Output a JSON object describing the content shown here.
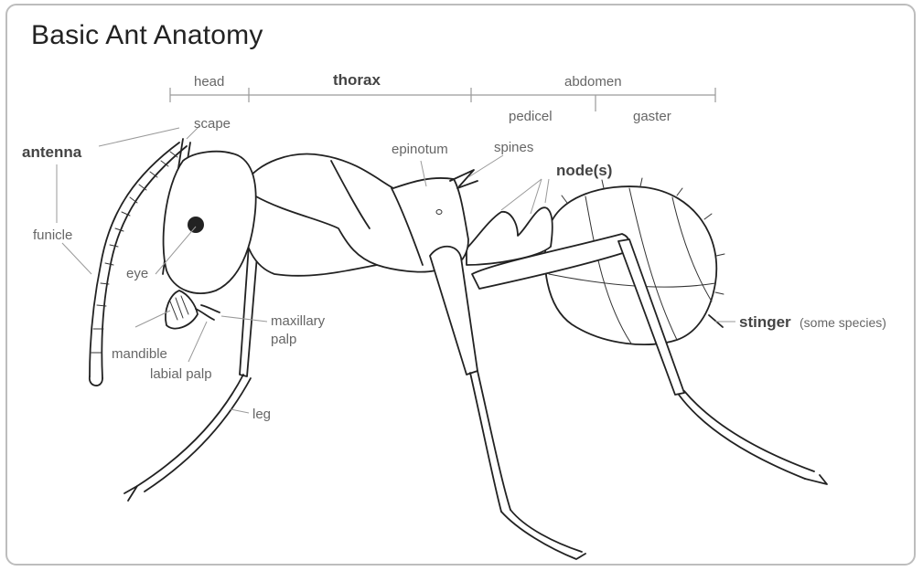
{
  "title": "Basic Ant Anatomy",
  "segments": {
    "head": "head",
    "thorax": "thorax",
    "abdomen": "abdomen",
    "pedicel": "pedicel",
    "gaster": "gaster"
  },
  "labels": {
    "scape": "scape",
    "antenna": "antenna",
    "funicle": "funicle",
    "eye": "eye",
    "mandible": "mandible",
    "labial_palp": "labial palp",
    "maxillary_palp_line1": "maxillary",
    "maxillary_palp_line2": "palp",
    "leg": "leg",
    "epinotum": "epinotum",
    "spines": "spines",
    "nodes": "node(s)",
    "stinger": "stinger",
    "stinger_note": "(some species)"
  }
}
